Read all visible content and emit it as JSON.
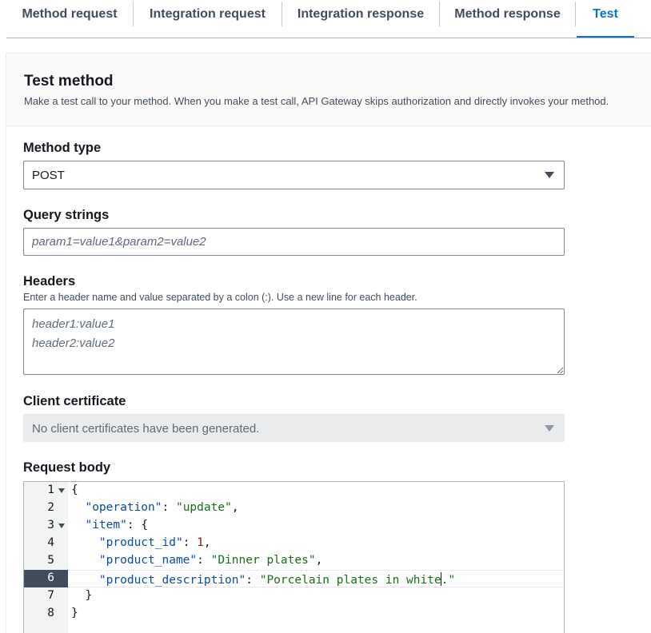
{
  "tabs": [
    {
      "label": "Method request",
      "active": false
    },
    {
      "label": "Integration request",
      "active": false
    },
    {
      "label": "Integration response",
      "active": false
    },
    {
      "label": "Method response",
      "active": false
    },
    {
      "label": "Test",
      "active": true
    }
  ],
  "panel": {
    "title": "Test method",
    "description": "Make a test call to your method. When you make a test call, API Gateway skips authorization and directly invokes your method."
  },
  "method_type": {
    "label": "Method type",
    "value": "POST"
  },
  "query_strings": {
    "label": "Query strings",
    "placeholder": "param1=value1&param2=value2",
    "value": ""
  },
  "headers": {
    "label": "Headers",
    "description": "Enter a header name and value separated by a colon (:). Use a new line for each header.",
    "placeholder": "header1:value1\nheader2:value2",
    "value": ""
  },
  "client_certificate": {
    "label": "Client certificate",
    "value": "No client certificates have been generated.",
    "disabled": true
  },
  "request_body": {
    "label": "Request body",
    "active_line": 6,
    "lines": [
      {
        "n": "1",
        "fold": true,
        "text": "{"
      },
      {
        "n": "2",
        "fold": false,
        "text": "  \"operation\": \"update\","
      },
      {
        "n": "3",
        "fold": true,
        "text": "  \"item\": {"
      },
      {
        "n": "4",
        "fold": false,
        "text": "    \"product_id\": 1,"
      },
      {
        "n": "5",
        "fold": false,
        "text": "    \"product_name\": \"Dinner plates\","
      },
      {
        "n": "6",
        "fold": false,
        "text": "    \"product_description\": \"Porcelain plates in white.\""
      },
      {
        "n": "7",
        "fold": false,
        "text": "  }"
      },
      {
        "n": "8",
        "fold": false,
        "text": "}"
      }
    ]
  },
  "colors": {
    "accent": "#0972d3",
    "json_key": "#0e4aa3",
    "json_string": "#1d6b1d",
    "json_number": "#8a1c1c"
  }
}
